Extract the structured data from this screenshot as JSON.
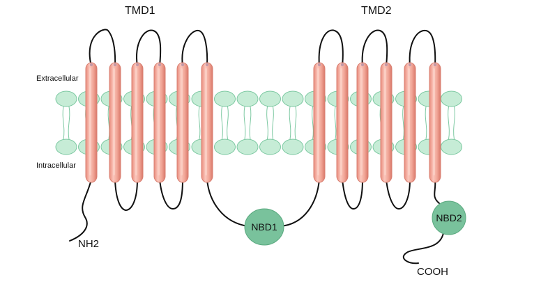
{
  "labels": {
    "extracellular": "Extracellular",
    "intracellular": "Intracellular",
    "tmd1": "TMD1",
    "tmd2": "TMD2",
    "nbd1": "NBD1",
    "nbd2": "NBD2",
    "n_terminus": "NH2",
    "c_terminus": "COOH"
  },
  "colors": {
    "helix": "#f0a394",
    "helix_edge": "#d97f71",
    "helix_highlight": "#fbd0c6",
    "lipid_head": "#c6ecd6",
    "lipid_edge": "#7cc8a1",
    "nbd_fill": "#79c29c",
    "loop": "#111111"
  }
}
